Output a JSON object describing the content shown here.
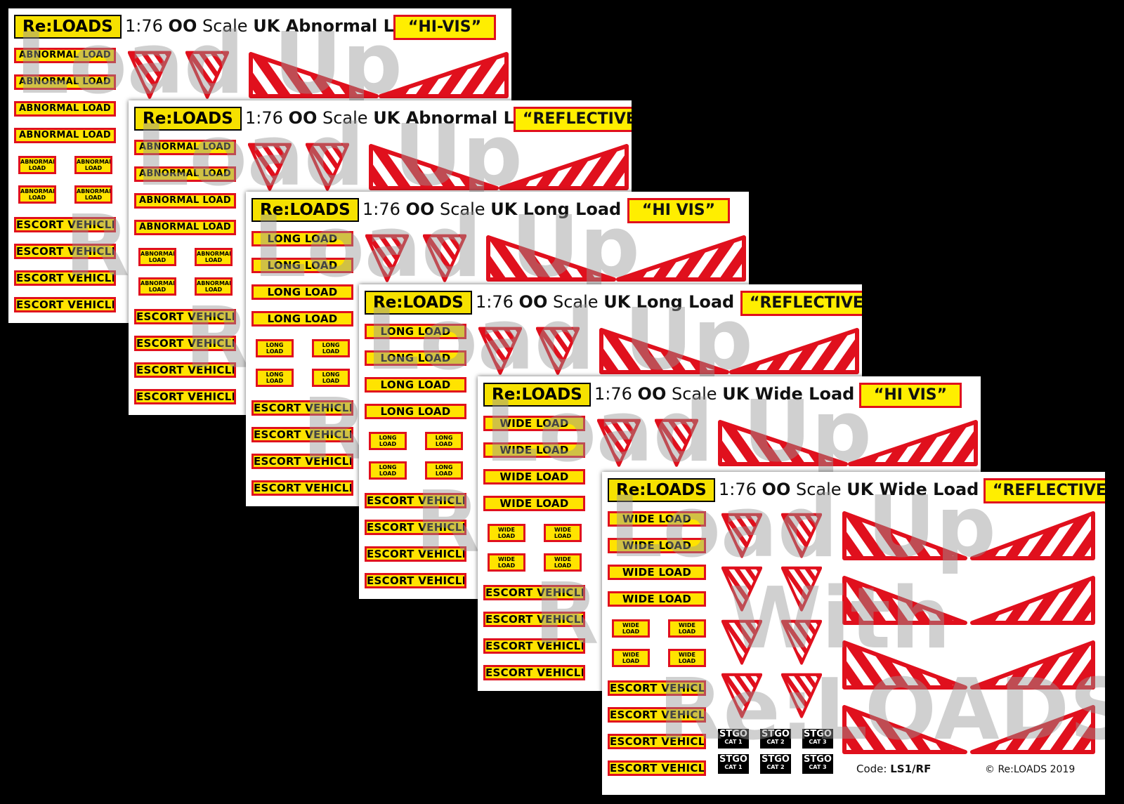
{
  "brand": "Re:LOADS",
  "sheets": [
    {
      "id": "s1",
      "scale": "1:76",
      "gauge": "OO",
      "scale_word": "Scale",
      "title": "UK Abnormal Load",
      "tag": "“HI-VIS”",
      "plate": "ABNORMAL LOAD",
      "small1": "ABNORMAL",
      "small2": "LOAD",
      "escort": "ESCORT VEHICLE"
    },
    {
      "id": "s2",
      "scale": "1:76",
      "gauge": "OO",
      "scale_word": "Scale",
      "title": "UK Abnormal Load",
      "tag": "“REFLECTIVE”",
      "plate": "ABNORMAL LOAD",
      "small1": "ABNORMAL",
      "small2": "LOAD",
      "escort": "ESCORT VEHICLE"
    },
    {
      "id": "s3",
      "scale": "1:76",
      "gauge": "OO",
      "scale_word": "Scale",
      "title": "UK Long Load",
      "tag": "“HI VIS”",
      "plate": "LONG LOAD",
      "small1": "LONG",
      "small2": "LOAD",
      "escort": "ESCORT VEHICLE"
    },
    {
      "id": "s4",
      "scale": "1:76",
      "gauge": "OO",
      "scale_word": "Scale",
      "title": "UK Long Load",
      "tag": "“REFLECTIVE”",
      "plate": "LONG LOAD",
      "small1": "LONG",
      "small2": "LOAD",
      "escort": "ESCORT VEHICLE"
    },
    {
      "id": "s5",
      "scale": "1:76",
      "gauge": "OO",
      "scale_word": "Scale",
      "title": "UK Wide Load",
      "tag": "“HI VIS”",
      "plate": "WIDE LOAD",
      "small1": "WIDE",
      "small2": "LOAD",
      "escort": "ESCORT VEHICLE"
    },
    {
      "id": "s6",
      "scale": "1:76",
      "gauge": "OO",
      "scale_word": "Scale",
      "title": "UK Wide Load",
      "tag": "“REFLECTIVE”",
      "plate": "WIDE LOAD",
      "small1": "WIDE",
      "small2": "LOAD",
      "escort": "ESCORT VEHICLE"
    }
  ],
  "stgo": {
    "label": "STGO",
    "cats": [
      "CAT 1",
      "CAT 2",
      "CAT 3"
    ]
  },
  "footer": {
    "code_label": "Code:",
    "code": "LS1/RF",
    "copyright": "© Re:LOADS 2019"
  },
  "watermark": [
    "Load Up",
    "With",
    "Re:LOADS"
  ],
  "colors": {
    "background": "#000000",
    "sheet": "#ffffff",
    "plate_yellow": "#ffe300",
    "red": "#e0101d",
    "brand_yellow": "#f6e100"
  },
  "icons": [
    "warning-triangle-icon",
    "chevron-wedge-icon"
  ]
}
